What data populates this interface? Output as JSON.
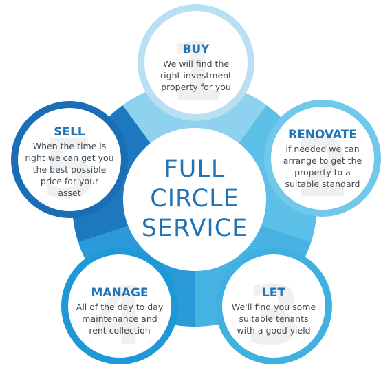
{
  "center": {
    "lines": [
      "FULL",
      "CIRCLE",
      "SERVICE"
    ],
    "color": "#1f73b7"
  },
  "steps": [
    {
      "number": "1",
      "title": "BUY",
      "desc": [
        "We will find the",
        "right investment",
        "property for you"
      ],
      "ring_color": "#b9e0f2",
      "title_color": "#1f73b7"
    },
    {
      "number": "2",
      "title": "RENOVATE",
      "desc": [
        "If needed we can",
        "arrange to get the",
        "property to a",
        "suitable standard"
      ],
      "ring_color": "#72c8ea",
      "title_color": "#1f73b7"
    },
    {
      "number": "3",
      "title": "LET",
      "desc": [
        "We'll find you some",
        "suitable tenants",
        "with a good yield"
      ],
      "ring_color": "#3fb0df",
      "title_color": "#1f73b7"
    },
    {
      "number": "4",
      "title": "MANAGE",
      "desc": [
        "All of the day to day",
        "maintenance and",
        "rent collection"
      ],
      "ring_color": "#1f98d6",
      "title_color": "#1f73b7"
    },
    {
      "number": "5",
      "title": "SELL",
      "desc": [
        "When the time is",
        "right we can get you",
        "the best possible",
        "price for your",
        "asset"
      ],
      "ring_color": "#1b6db6",
      "title_color": "#1f73b7"
    }
  ],
  "ring_colors": {
    "big_ring": "#3aa9dc",
    "segment_light": "#8fd2ef",
    "segment_mid": "#46b3e2",
    "segment_dark": "#1d78bf"
  }
}
